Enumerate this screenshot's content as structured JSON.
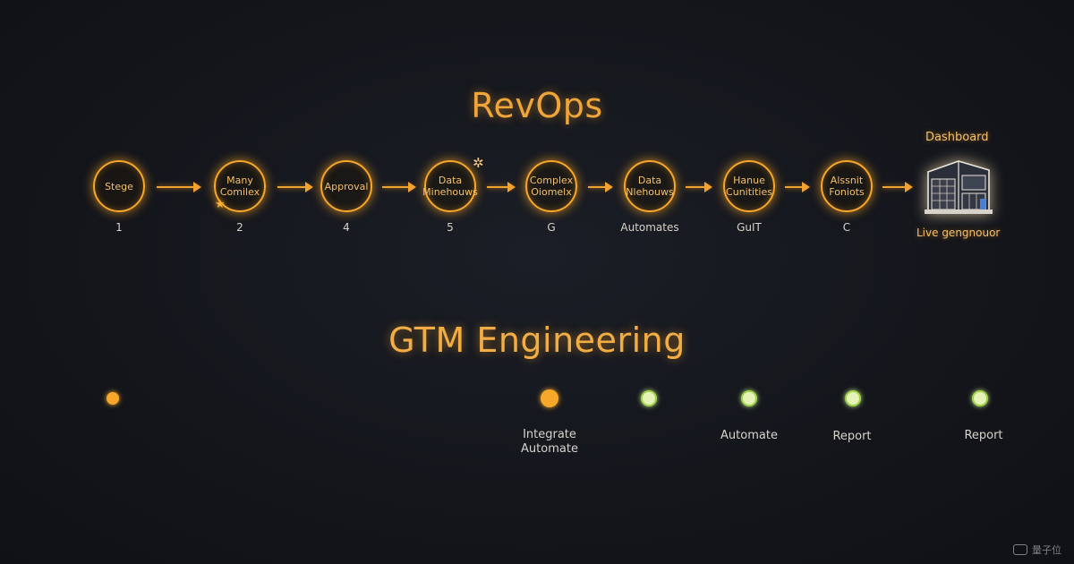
{
  "titles": {
    "revops": "RevOps",
    "gtm": "GTM Engineering"
  },
  "revops_flow": {
    "stages": [
      {
        "label": "Stege",
        "caption": "1"
      },
      {
        "label": "Many Comilex",
        "caption": "2"
      },
      {
        "label": "Approval",
        "caption": "4"
      },
      {
        "label": "Data Minehouws",
        "caption": "5"
      },
      {
        "label": "Complex Oiomelx",
        "caption": "G"
      },
      {
        "label": "Data Nlehouws",
        "caption": "Automates"
      },
      {
        "label": "Hanue Cunitities",
        "caption": "GuIT"
      },
      {
        "label": "Alssnit Foniots",
        "caption": "C"
      }
    ],
    "dashboard": {
      "title": "Dashboard",
      "caption": "Live gengnouor",
      "icon": "dashboard-building-icon"
    }
  },
  "gtm_timeline": {
    "colors": {
      "orange": "#f7a72c",
      "green": "#9fd44a"
    },
    "points": [
      {
        "label": ""
      },
      {
        "label": "Integrate\nAutomate"
      },
      {
        "label": ""
      },
      {
        "label": "Automate"
      },
      {
        "label": "Report"
      },
      {
        "label": "Report"
      }
    ]
  },
  "watermark": {
    "text": "量子位"
  }
}
